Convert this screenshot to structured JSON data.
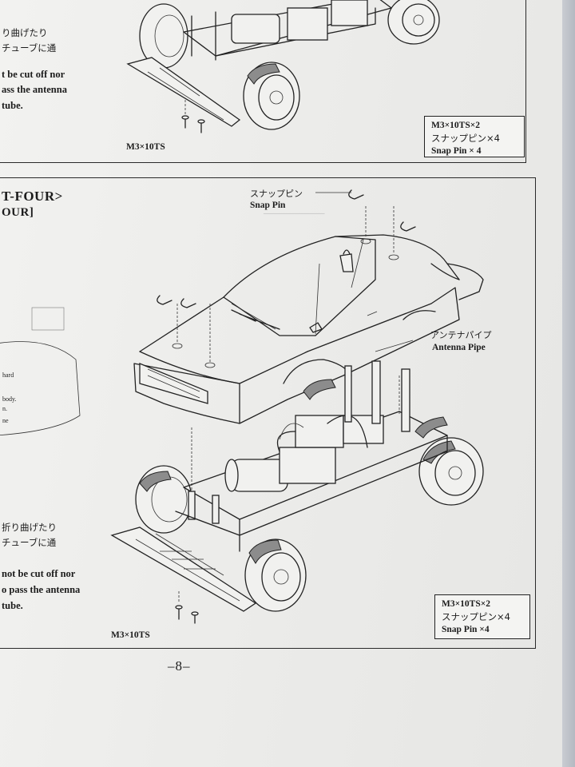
{
  "top_section": {
    "text_lines": [
      "り曲げたり",
      "チューブに通",
      "t be cut off nor",
      "ass the antenna",
      "tube."
    ],
    "screw_label": "M3×10TS",
    "parts_box": {
      "line1": "M3×10TS×2",
      "line2": "スナップピン×4",
      "line3": "Snap Pin × 4"
    }
  },
  "bottom_section": {
    "heading_line1": "T-FOUR>",
    "heading_line2": "OUR]",
    "snap_pin_jp": "スナップピン",
    "snap_pin_en": "Snap Pin",
    "antenna_pipe_jp": "アンテナパイプ",
    "antenna_pipe_en": "Antenna Pipe",
    "side_text_lines": [
      "hard",
      "body.",
      "n.",
      "ne"
    ],
    "text_lines": [
      "折り曲げたり",
      "チューブに通",
      "not be cut off nor",
      "o pass the antenna",
      "tube."
    ],
    "screw_label": "M3×10TS",
    "parts_box": {
      "line1": "M3×10TS×2",
      "line2": "スナップピン×4",
      "line3": "Snap Pin ×4"
    }
  },
  "page_number": "–8–"
}
